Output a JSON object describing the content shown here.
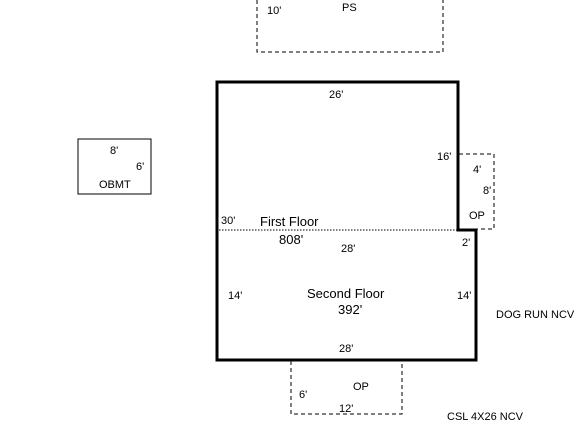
{
  "sketch": {
    "ps": {
      "label": "PS",
      "dim": "10'"
    },
    "obmt": {
      "label": "OBMT",
      "width": "8'",
      "depth": "6'"
    },
    "main": {
      "top_width": "26'",
      "right_upper": "16'",
      "left_upper": "30'",
      "step": "2'",
      "mid_width": "28'",
      "left_lower": "14'",
      "right_lower": "14'",
      "bottom_width": "28'"
    },
    "first_floor": {
      "label": "First Floor",
      "area": "808'"
    },
    "second_floor": {
      "label": "Second Floor",
      "area": "392'"
    },
    "op_side": {
      "label": "OP",
      "width": "4'",
      "depth": "8'"
    },
    "op_bottom": {
      "label": "OP",
      "width": "12'",
      "depth": "6'"
    },
    "notes": {
      "dog_run": "DOG RUN NCV",
      "csl": "CSL 4X26 NCV"
    }
  }
}
